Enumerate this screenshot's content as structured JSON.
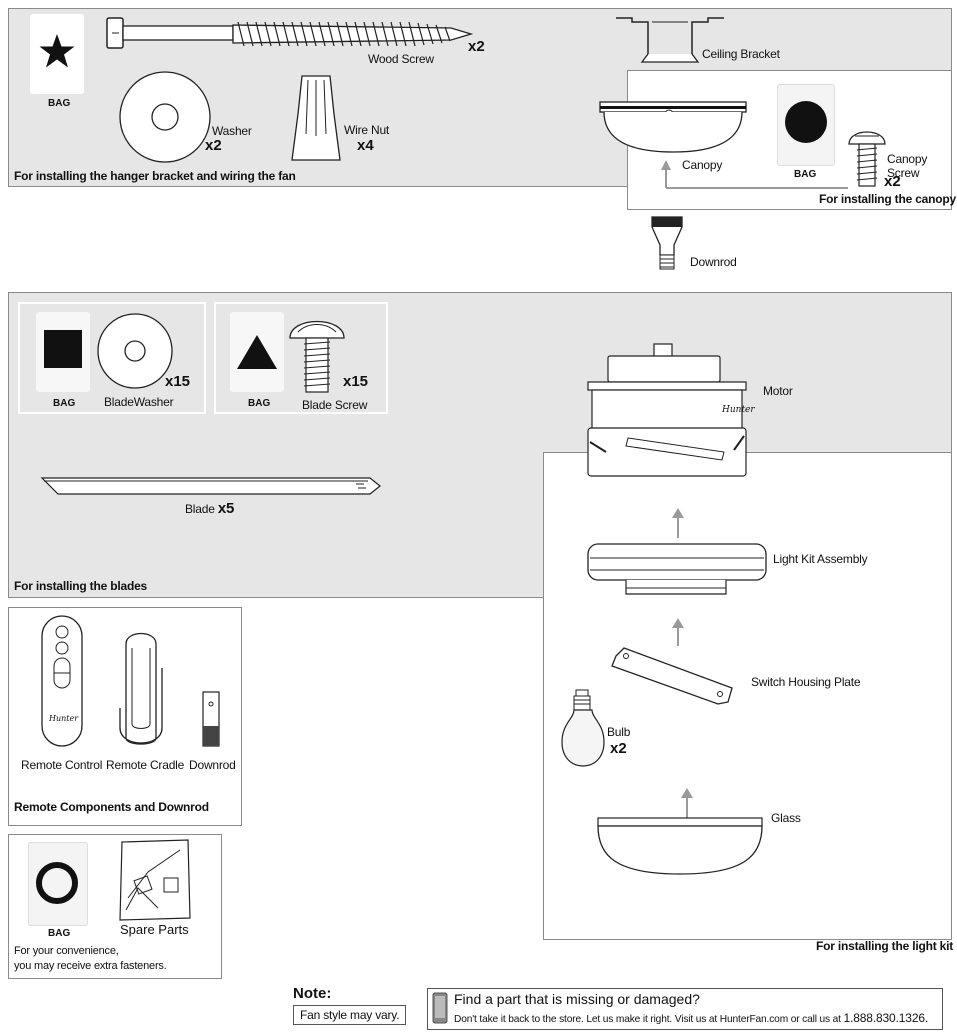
{
  "hanger_section": {
    "caption": "For installing the hanger bracket and wiring the fan",
    "bag_label": "BAG",
    "wood_screw": {
      "label": "Wood Screw",
      "qty": "x2"
    },
    "washer": {
      "label": "Washer",
      "qty": "x2"
    },
    "wire_nut": {
      "label": "Wire Nut",
      "qty": "x4"
    },
    "ceiling_bracket": {
      "label": "Ceiling Bracket"
    }
  },
  "canopy_section": {
    "caption": "For installing the canopy",
    "canopy": {
      "label": "Canopy"
    },
    "bag_label": "BAG",
    "canopy_screw": {
      "label": "Canopy Screw",
      "qty": "x2"
    },
    "downrod": {
      "label": "Downrod"
    }
  },
  "blades_section": {
    "caption": "For installing the blades",
    "box1": {
      "bag_label": "BAG",
      "item_label": "BladeWasher",
      "qty": "x15"
    },
    "box2": {
      "bag_label": "BAG",
      "item_label": "Blade Screw",
      "qty": "x15"
    },
    "blade": {
      "label": "Blade",
      "qty": "x5"
    }
  },
  "light_kit_section": {
    "caption": "For installing the light kit",
    "motor": {
      "label": "Motor",
      "logo_text": "Hunter"
    },
    "light_kit_assembly": {
      "label": "Light Kit Assembly"
    },
    "switch_housing_plate": {
      "label": "Switch Housing Plate"
    },
    "bulb": {
      "label": "Bulb",
      "qty": "x2"
    },
    "glass": {
      "label": "Glass"
    }
  },
  "remote_section": {
    "caption": "Remote Components and Downrod",
    "remote_control": {
      "label": "Remote Control",
      "logo_text": "Hunter"
    },
    "remote_cradle": {
      "label": "Remote Cradle"
    },
    "downrod": {
      "label": "Downrod"
    }
  },
  "spare_section": {
    "bag_label": "BAG",
    "spare_parts": {
      "label": "Spare Parts"
    },
    "note_line1": "For your convenience,",
    "note_line2": "you may receive extra fasteners."
  },
  "note": {
    "heading": "Note:",
    "text": "Fan style may vary."
  },
  "help": {
    "heading": "Find a part that is missing or damaged?",
    "body": "Don't take it back to the store. Let us make it right. Visit us at HunterFan.com or call us at",
    "phone": "1.888.830.1326."
  },
  "colors": {
    "panel_gray": "#e6e6e6",
    "border": "#8a8a8a",
    "arrow": "#9a9a9a"
  }
}
